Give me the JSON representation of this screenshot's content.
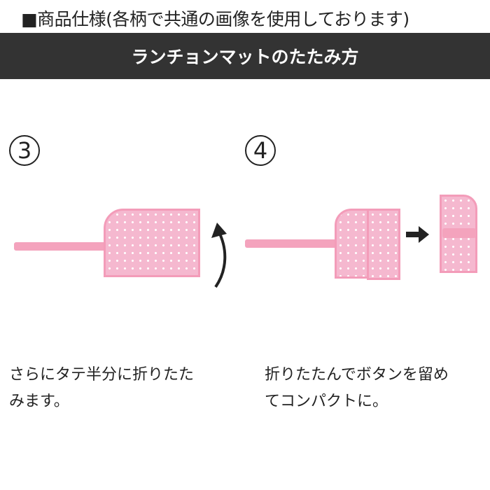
{
  "header": {
    "spec_note": "■商品仕様(各柄で共通の画像を使用しております)",
    "title": "ランチョンマットのたたみ方"
  },
  "steps": [
    {
      "number": "3",
      "caption_line1": "さらにタテ半分に折りたた",
      "caption_line2": "みます。"
    },
    {
      "number": "4",
      "caption_line1": "折りたたんでボタンを留め",
      "caption_line2": "てコンパクトに。"
    }
  ],
  "colors": {
    "bar": "#333333",
    "pink": "#f5b8cf"
  }
}
